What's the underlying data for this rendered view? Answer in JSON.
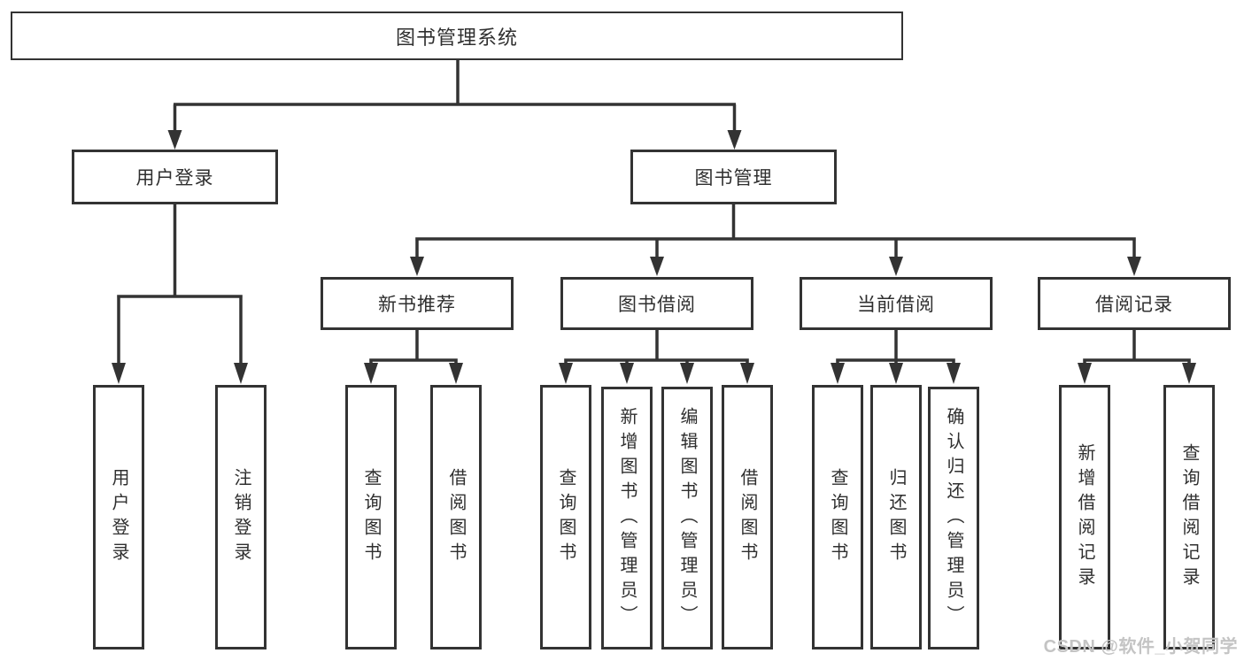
{
  "colors": {
    "line": "#333333",
    "box_border": "#333333",
    "text": "#2f2f2f",
    "background": "#ffffff",
    "watermark": "#c4c4c4"
  },
  "watermark": {
    "text": "CSDN @软件_小贺同学"
  },
  "tree": {
    "root": {
      "label": "图书管理系统"
    },
    "branches": [
      {
        "label": "用户登录",
        "children": [
          {
            "label": "用户登录"
          },
          {
            "label": "注销登录"
          }
        ]
      },
      {
        "label": "图书管理",
        "children": [
          {
            "label": "新书推荐",
            "children": [
              {
                "label": "查询图书"
              },
              {
                "label": "借阅图书"
              }
            ]
          },
          {
            "label": "图书借阅",
            "children": [
              {
                "label": "查询图书"
              },
              {
                "label": "新增图书（管理员）"
              },
              {
                "label": "编辑图书（管理员）"
              },
              {
                "label": "借阅图书"
              }
            ]
          },
          {
            "label": "当前借阅",
            "children": [
              {
                "label": "查询图书"
              },
              {
                "label": "归还图书"
              },
              {
                "label": "确认归还（管理员）"
              }
            ]
          },
          {
            "label": "借阅记录",
            "children": [
              {
                "label": "新增借阅记录"
              },
              {
                "label": "查询借阅记录"
              }
            ]
          }
        ]
      }
    ]
  }
}
